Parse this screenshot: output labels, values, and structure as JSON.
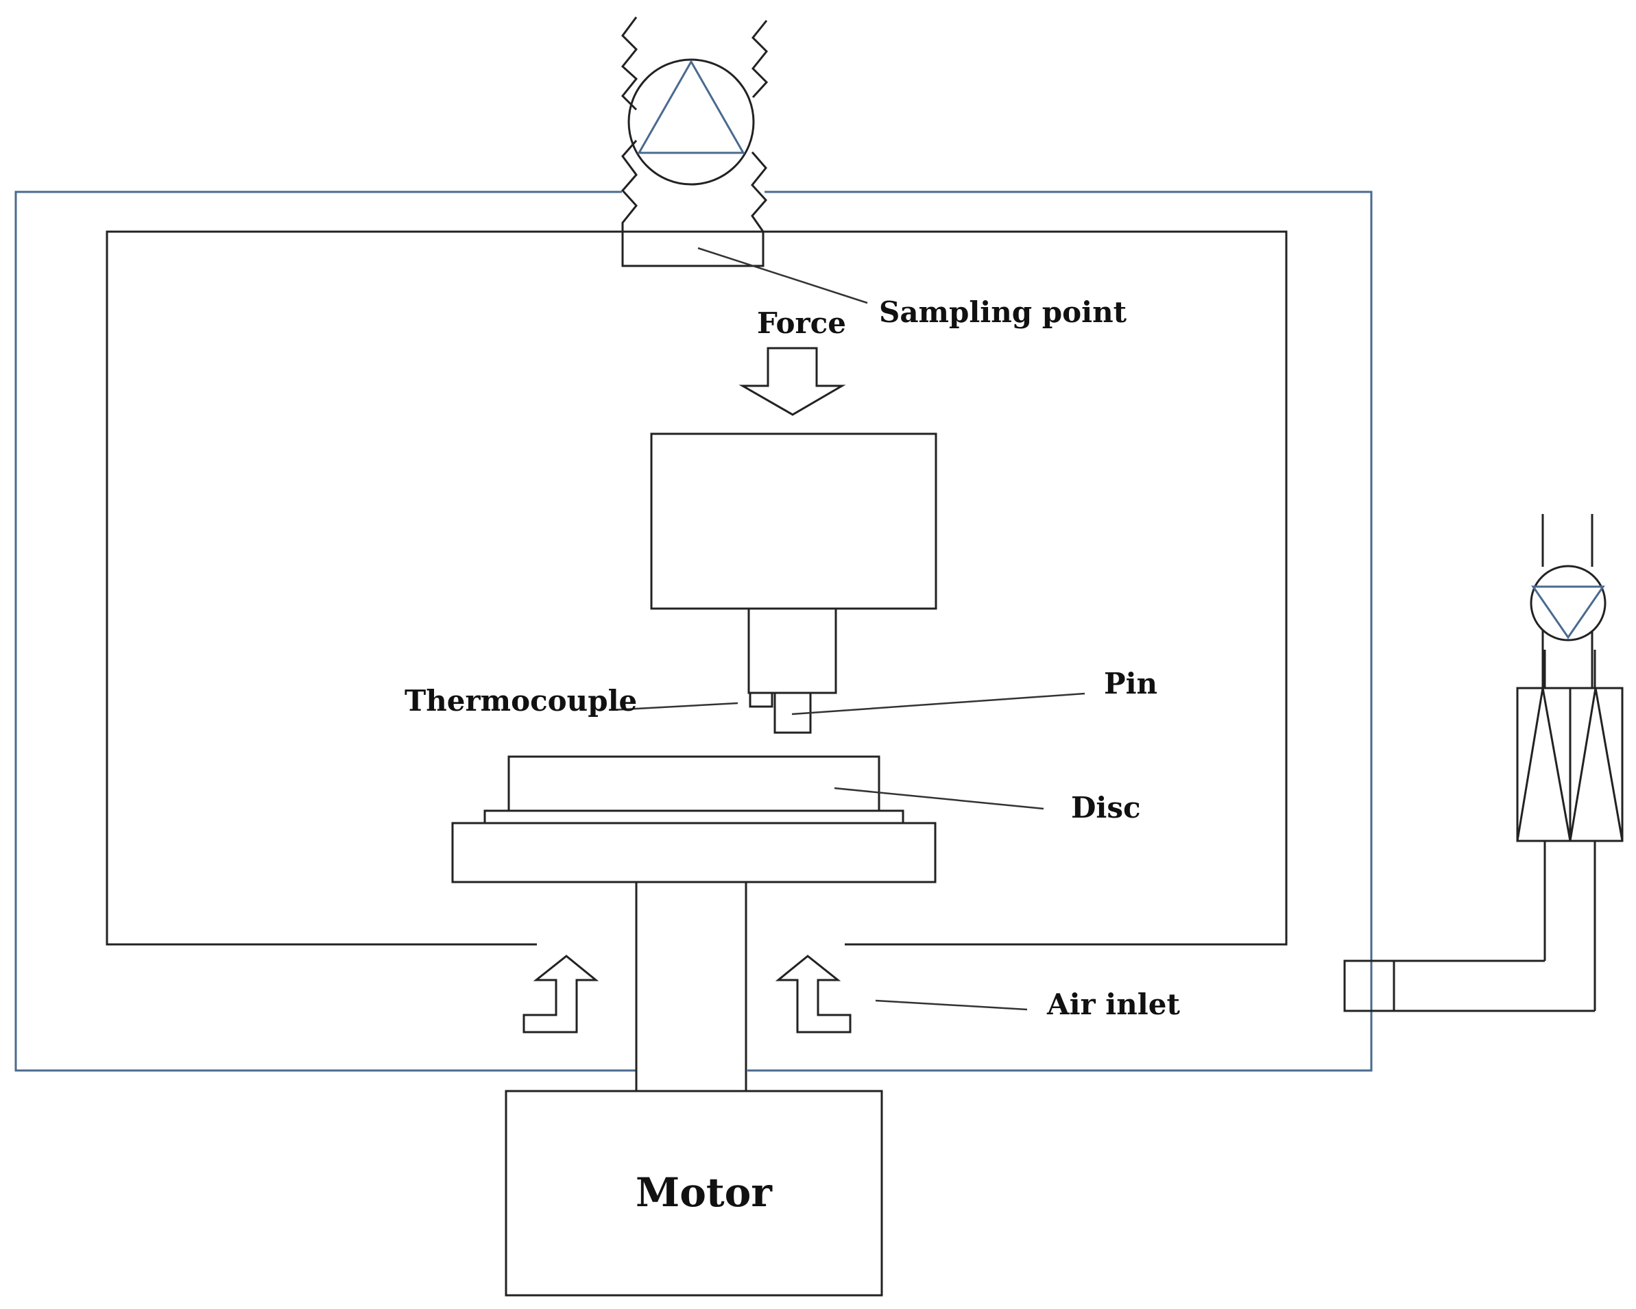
{
  "labels": {
    "sampling_point": "Sampling point",
    "force": "Force",
    "thermocouple": "Thermocouple",
    "pin": "Pin",
    "disc": "Disc",
    "air_inlet": "Air inlet",
    "motor": "Motor"
  },
  "colors": {
    "outer_frame": "#4a6a8f",
    "components": "#222222",
    "background": "#ffffff"
  }
}
